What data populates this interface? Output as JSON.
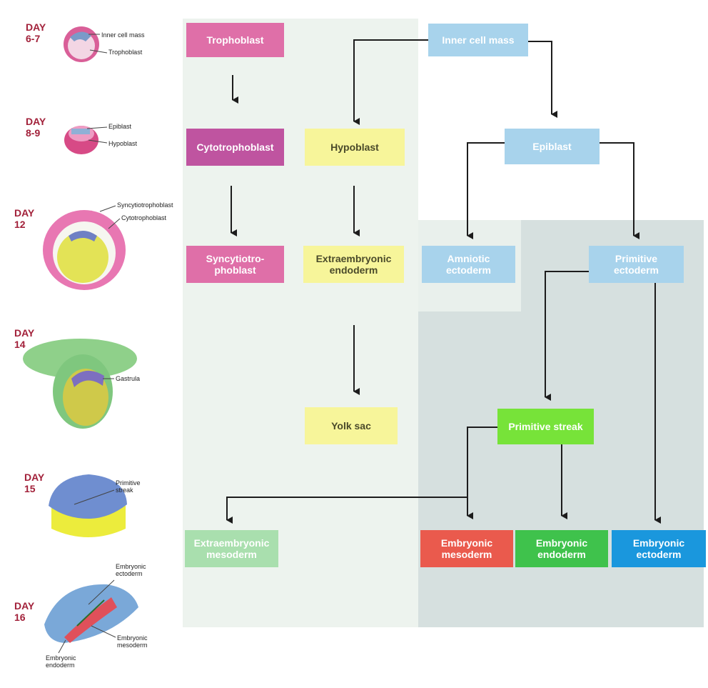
{
  "days": [
    "DAY\n6-7",
    "DAY\n8-9",
    "DAY\n12",
    "DAY\n14",
    "DAY\n15",
    "DAY\n16"
  ],
  "annotations": {
    "d67": [
      "Inner cell mass",
      "Trophoblast"
    ],
    "d89": [
      "Epiblast",
      "Hypoblast"
    ],
    "d12": [
      "Syncytiotrophoblast",
      "Cytotrophoblast"
    ],
    "d14": [
      "Gastrula"
    ],
    "d15": [
      "Primitive\nstreak"
    ],
    "d16": [
      "Embryonic\nectoderm",
      "Embryonic\nmesoderm",
      "Embryonic\nendoderm"
    ]
  },
  "nodes": {
    "trophoblast": "Trophoblast",
    "inner_cell_mass": "Inner cell mass",
    "cytotrophoblast": "Cytotrophoblast",
    "hypoblast": "Hypoblast",
    "epiblast": "Epiblast",
    "syncytiotrophoblast": "Syncytiotro-\nphoblast",
    "extraembryonic_endoderm": "Extraembryonic\nendoderm",
    "amniotic_ectoderm": "Amniotic\nectoderm",
    "primitive_ectoderm": "Primitive\nectoderm",
    "yolk_sac": "Yolk sac",
    "primitive_streak": "Primitive streak",
    "extraembryonic_mesoderm": "Extraembryonic\nmesoderm",
    "embryonic_mesoderm": "Embryonic\nmesoderm",
    "embryonic_endoderm": "Embryonic\nendoderm",
    "embryonic_ectoderm": "Embryonic\nectoderm"
  },
  "colors": {
    "trophoblast_pink": "#df6fa8",
    "cytotrophoblast_purple": "#bf54a0",
    "hypoblast_yellow": "#f7f59a",
    "epiblast_blue": "#a8d3ec",
    "primitive_streak_green": "#77e339",
    "extraembryonic_mesoderm_green": "#a9dfae",
    "embryonic_mesoderm_red": "#ea5a4d",
    "embryonic_endoderm_green": "#3fc24c",
    "embryonic_ectoderm_blue": "#1a97dd",
    "day_label": "#a2213a",
    "panel_light": "#edf3ee",
    "panel_dark": "#d6e0df"
  }
}
